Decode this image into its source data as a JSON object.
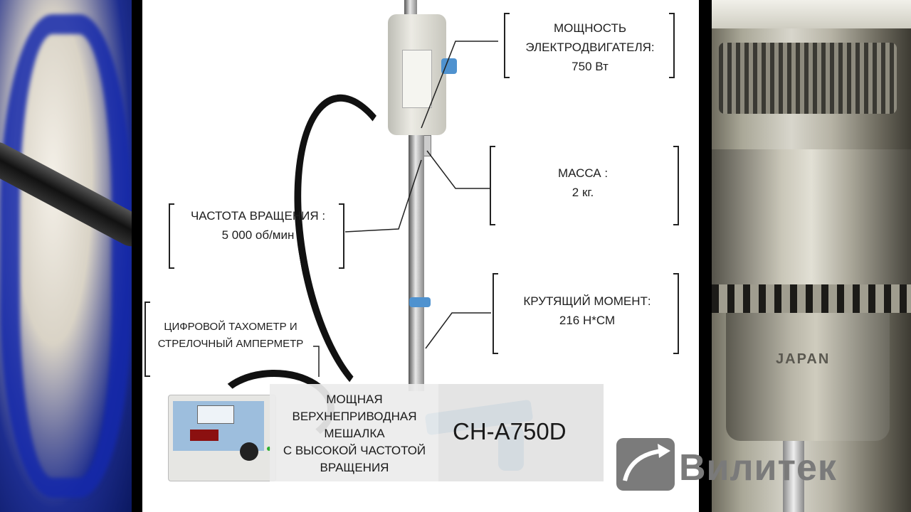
{
  "callouts": {
    "motor_power": {
      "line1": "МОЩНОСТЬ",
      "line2": "ЭЛЕКТРОДВИГАТЕЛЯ:",
      "line3": "750 Вт"
    },
    "mass": {
      "line1": "МАССА :",
      "line2": "2 кг."
    },
    "speed": {
      "line1": "ЧАСТОТА ВРАЩЕНИЯ :",
      "line2": "5 000 об/мин"
    },
    "torque": {
      "line1": "КРУТЯЩИЙ МОМЕНТ:",
      "line2": "216 Н*СМ"
    },
    "meters": {
      "line1": "ЦИФРОВОЙ ТАХОМЕТР И",
      "line2": "СТРЕЛОЧНЫЙ АМПЕРМЕТР"
    }
  },
  "product": {
    "description_lines": [
      "МОЩНАЯ",
      "ВЕРХНЕПРИВОДНАЯ",
      "МЕШАЛКА",
      "С ВЫСОКОЙ ЧАСТОТОЙ",
      "ВРАЩЕНИЯ"
    ],
    "model": "CH-A750D"
  },
  "brand": {
    "name": "Вилитек"
  },
  "chuck_marking": "JAPAN",
  "colors": {
    "background": "#ffffff",
    "text": "#1e1e1e",
    "accent_blue": "#5e9fd8",
    "logo_gray": "#7a7a7a"
  }
}
